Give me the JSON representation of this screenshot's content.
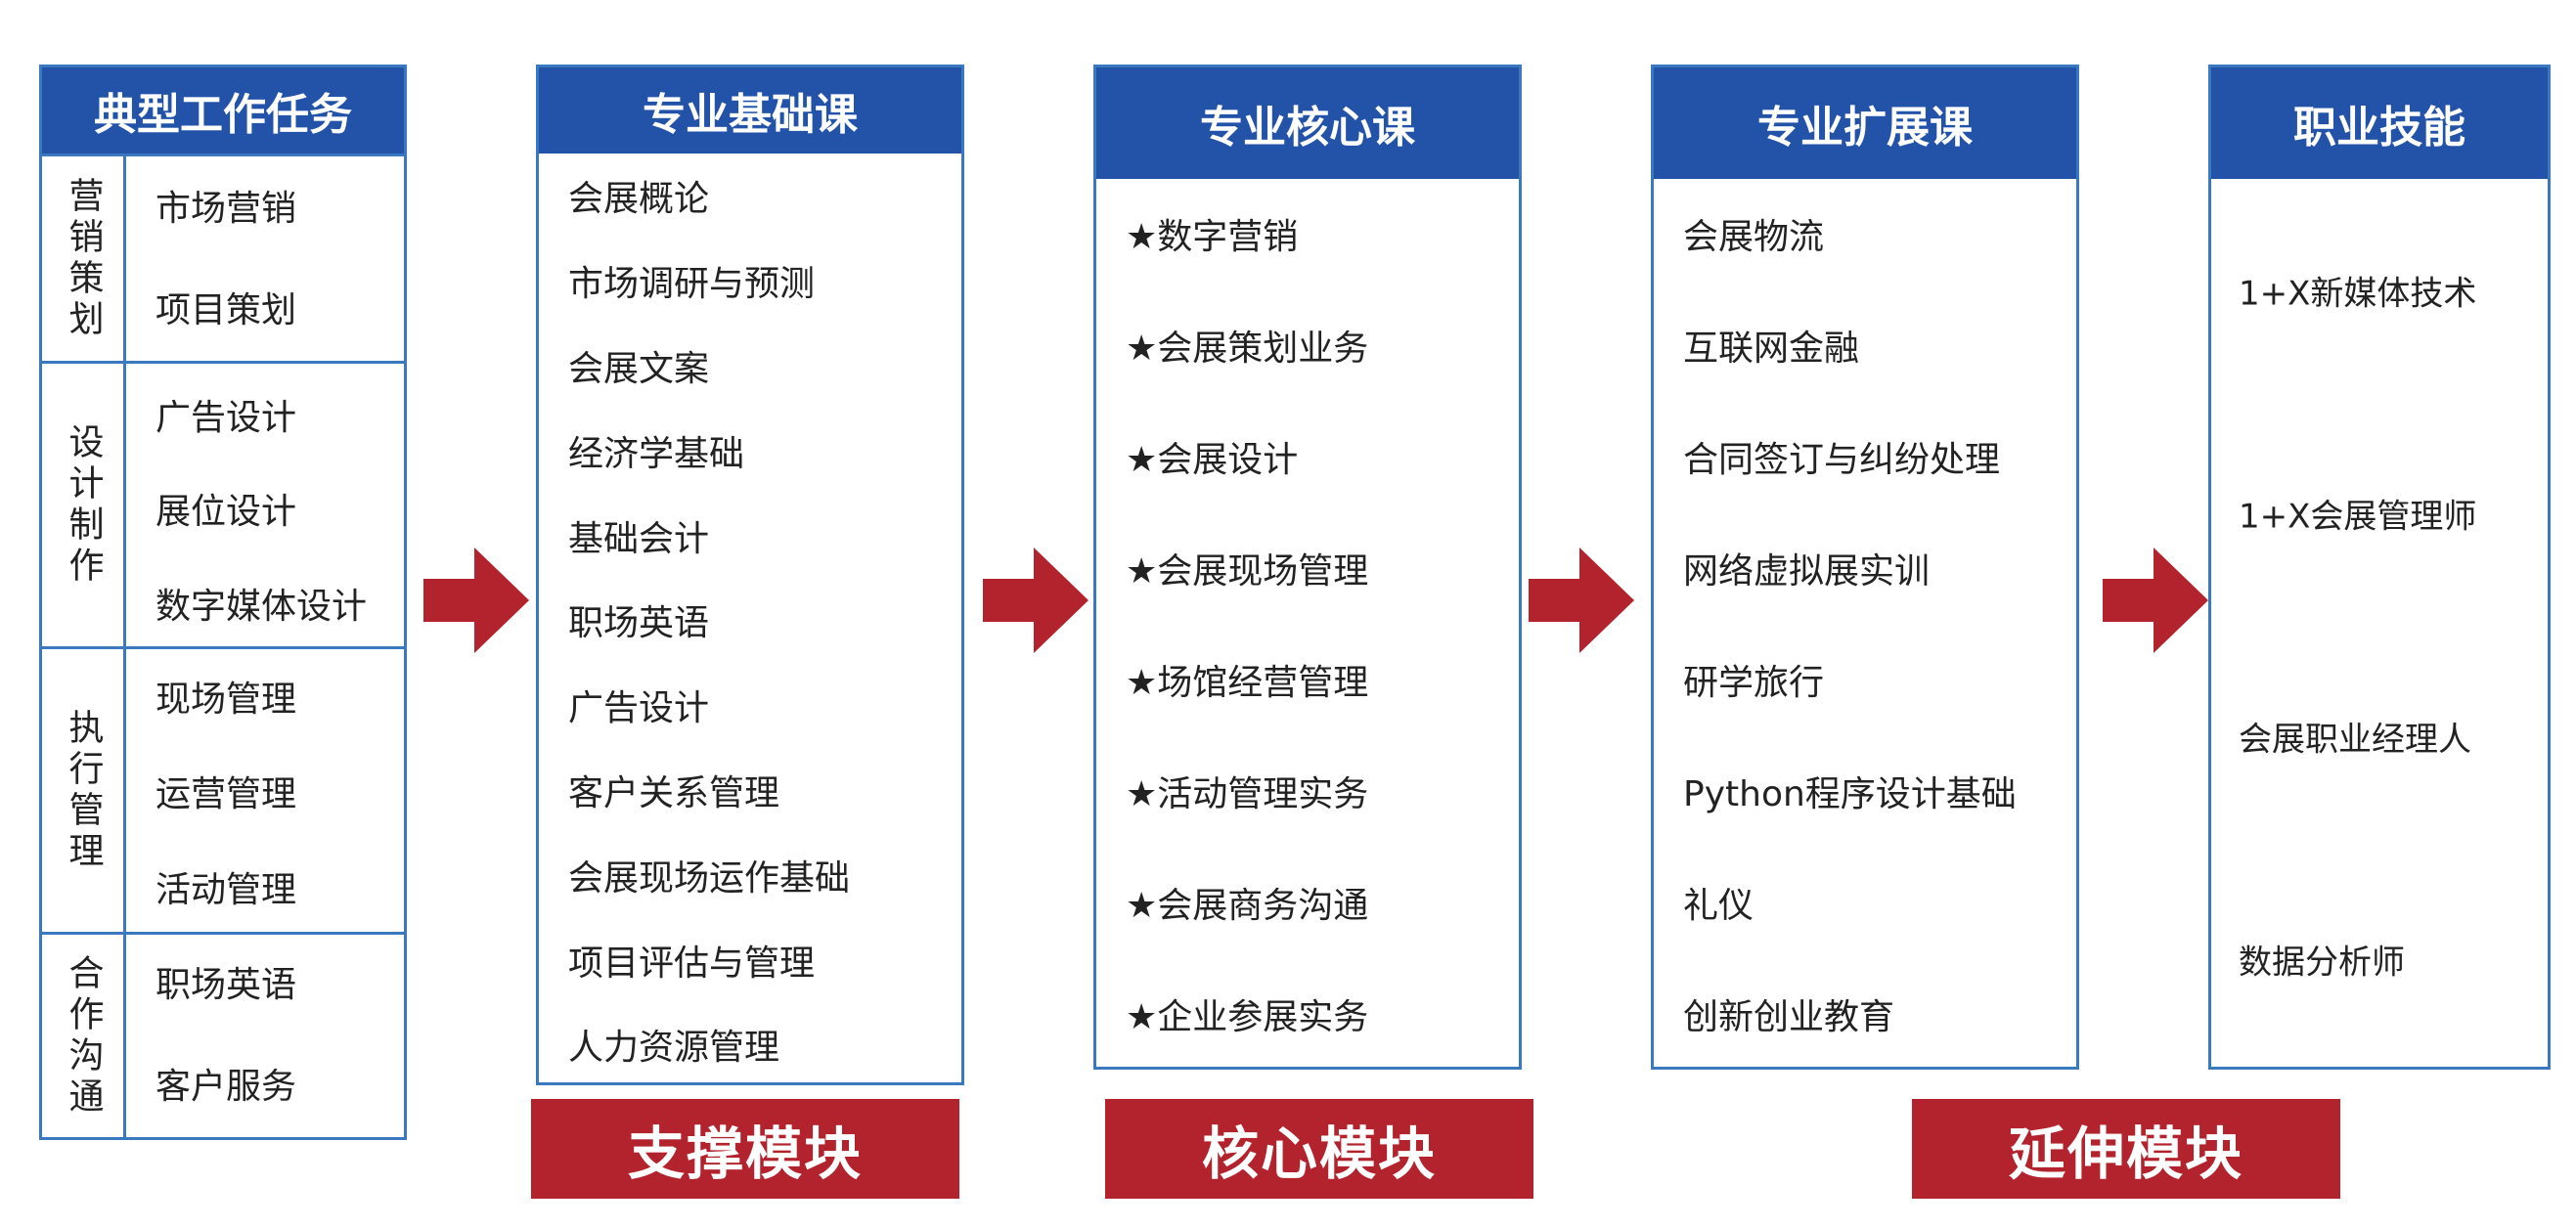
{
  "tasks": {
    "title": "典型工作任务",
    "groups": [
      {
        "category": "营销策划",
        "items": [
          "市场营销",
          "项目策划"
        ]
      },
      {
        "category": "设计制作",
        "items": [
          "广告设计",
          "展位设计",
          "数字媒体设计"
        ]
      },
      {
        "category": "执行管理",
        "items": [
          "现场管理",
          "运营管理",
          "活动管理"
        ]
      },
      {
        "category": "合作沟通",
        "items": [
          "职场英语",
          "客户服务"
        ]
      }
    ]
  },
  "foundation": {
    "title": "专业基础课",
    "items": [
      "会展概论",
      "市场调研与预测",
      "会展文案",
      "经济学基础",
      "基础会计",
      "职场英语",
      "广告设计",
      "客户关系管理",
      "会展现场运作基础",
      "项目评估与管理",
      "人力资源管理"
    ]
  },
  "core": {
    "title": "专业核心课",
    "items": [
      "★数字营销",
      "★会展策划业务",
      "★会展设计",
      "★会展现场管理",
      "★场馆经营管理",
      "★活动管理实务",
      "★会展商务沟通",
      "★企业参展实务"
    ]
  },
  "extension": {
    "title": "专业扩展课",
    "items": [
      "会展物流",
      "互联网金融",
      "合同签订与纠纷处理",
      "网络虚拟展实训",
      "研学旅行",
      "Python程序设计基础",
      "礼仪",
      "创新创业教育"
    ]
  },
  "skills": {
    "title": "职业技能",
    "items": [
      "1+X新媒体技术",
      "1+X会展管理师",
      "会展职业经理人",
      "数据分析师"
    ]
  },
  "modules": {
    "support": "支撑模块",
    "core": "核心模块",
    "extend": "延伸模块"
  },
  "colors": {
    "header_blue": "#2353a9",
    "border_blue": "#3a78c0",
    "accent_red": "#b3232e"
  },
  "icons": {
    "arrow": "right-arrow-icon"
  }
}
